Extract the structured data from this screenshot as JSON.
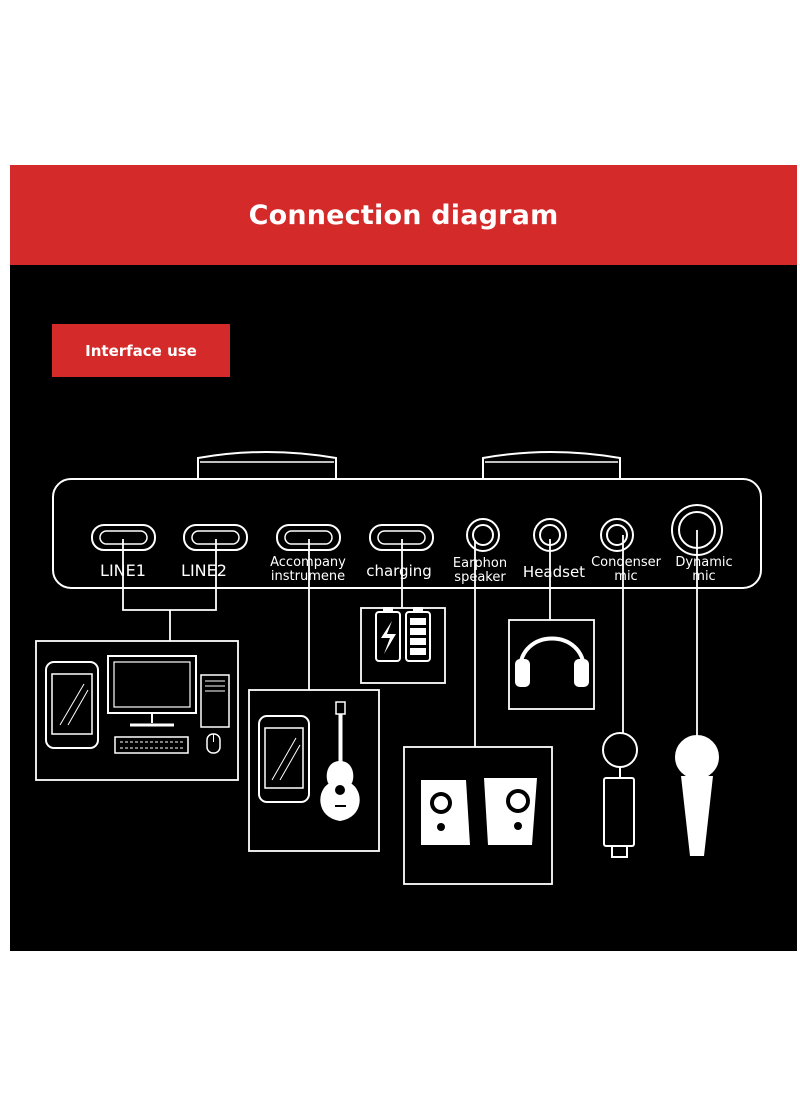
{
  "header": {
    "title": "Connection diagram"
  },
  "section": {
    "label": "Interface use"
  },
  "ports": [
    {
      "id": "line1",
      "label": "LINE1"
    },
    {
      "id": "line2",
      "label": "LINE2"
    },
    {
      "id": "accompany",
      "line1": "Accompany",
      "line2": "instrumene"
    },
    {
      "id": "charging",
      "label": "charging"
    },
    {
      "id": "earphon",
      "line1": "Earphon",
      "line2": "speaker"
    },
    {
      "id": "headset",
      "label": "Headset"
    },
    {
      "id": "condenser",
      "line1": "Condenser",
      "line2": "mic"
    },
    {
      "id": "dynamic",
      "line1": "Dynamic",
      "line2": "mic"
    }
  ],
  "colors": {
    "banner": "#d42a2a",
    "panel": "#000000",
    "line": "#ffffff"
  }
}
